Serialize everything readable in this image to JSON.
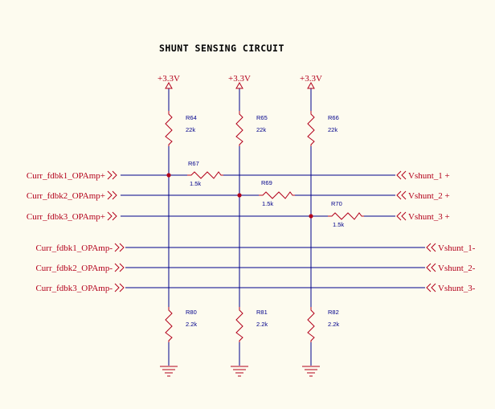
{
  "title": "SHUNT SENSING CIRCUIT",
  "colors": {
    "background": "#fdfbef",
    "wire": "#00008b",
    "component": "#b3001b",
    "text_ref": "#00008b",
    "text_net": "#b3001b"
  },
  "power": {
    "label": "+3.3V",
    "icon": "power-arrow-icon"
  },
  "ground": {
    "icon": "ground-icon"
  },
  "pullups": [
    {
      "ref": "R64",
      "value": "22k"
    },
    {
      "ref": "R65",
      "value": "22k"
    },
    {
      "ref": "R66",
      "value": "22k"
    }
  ],
  "pulldowns": [
    {
      "ref": "R80",
      "value": "2.2k"
    },
    {
      "ref": "R81",
      "value": "2.2k"
    },
    {
      "ref": "R82",
      "value": "2.2k"
    }
  ],
  "series": [
    {
      "ref": "R67",
      "value": "1.5k"
    },
    {
      "ref": "R69",
      "value": "1.5k"
    },
    {
      "ref": "R70",
      "value": "1.5k"
    }
  ],
  "left_ports": [
    "Curr_fdbk1_OPAmp+",
    "Curr_fdbk2_OPAmp+",
    "Curr_fdbk3_OPAmp+",
    "Curr_fdbk1_OPAmp-",
    "Curr_fdbk2_OPAmp-",
    "Curr_fdbk3_OPAmp-"
  ],
  "right_ports": [
    "Vshunt_1 +",
    "Vshunt_2 +",
    "Vshunt_3 +",
    "Vshunt_1-",
    "Vshunt_2-",
    "Vshunt_3-"
  ]
}
